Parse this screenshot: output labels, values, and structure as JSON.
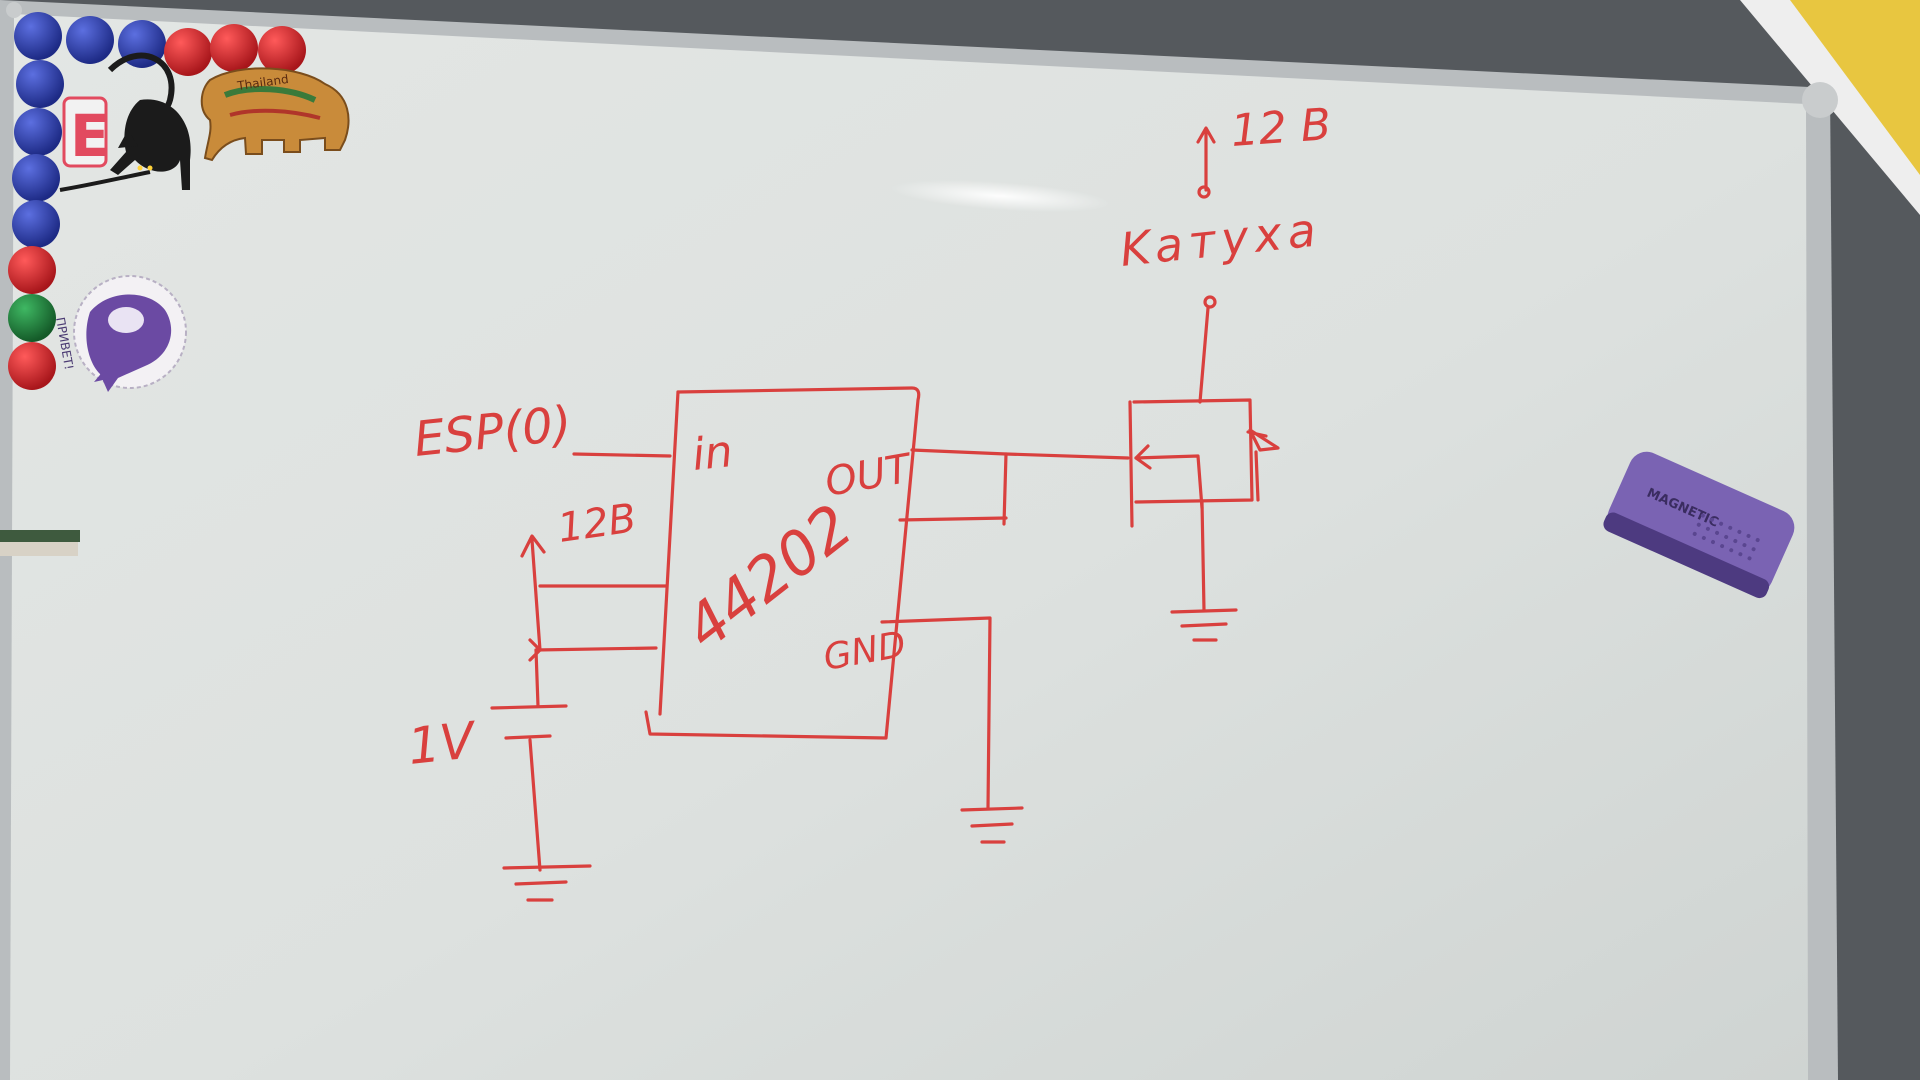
{
  "colors": {
    "wall": "#5a5e62",
    "board": "#dfe3e1",
    "frame": "#b8bcbe",
    "ink": "#d9403e",
    "magnet_blue": "#2f3fa6",
    "magnet_red": "#d2262c",
    "magnet_green": "#1f7a3a",
    "eraser": "#7a63b3"
  },
  "whiteboard": {
    "labels": {
      "supply_top": "12 B",
      "node_name": "Kaтyxa",
      "input_source": "ESP(0)",
      "supply_left": "12B",
      "battery": "1V",
      "pin_in": "in",
      "pin_out": "OUT",
      "pin_gnd": "GND",
      "chip": "44202"
    }
  },
  "magnets": {
    "sticker_top": "Thailand",
    "sticker_letter": "E",
    "sticker_side": "ПРИВЕТ!"
  },
  "eraser": {
    "brand": "MAGNETIC"
  },
  "icons": {
    "cat": "cat-sticker-icon",
    "elephant": "elephant-sticker-icon",
    "whale": "whale-sticker-icon"
  }
}
